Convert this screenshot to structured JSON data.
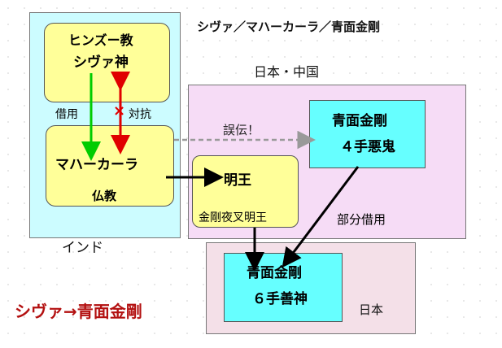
{
  "title": "シヴァ／マハーカーラ／青面金剛",
  "regions": {
    "india": "インド",
    "japan_china": "日本・中国",
    "japan": "日本"
  },
  "boxes": {
    "hindu": {
      "line1": "ヒンズー教",
      "line2": "シヴァ神"
    },
    "buddhism": {
      "line1": "マハーカーラ",
      "line2": "仏教"
    },
    "myoou": {
      "line1": "明王",
      "line2": "金剛夜叉明王"
    },
    "four_arm": {
      "line1": "青面金剛",
      "line2": "４手悪鬼"
    },
    "six_arm": {
      "line1": "青面金剛",
      "line2": "６手善神"
    }
  },
  "labels": {
    "borrow": "借用",
    "oppose": "対抗",
    "mistransmit": "誤伝！",
    "partial_borrow": "部分借用",
    "cross_mark": "×"
  },
  "footer": "シヴァ→青面金剛",
  "colors": {
    "india_bg": "#ccfcff",
    "japan_china_bg": "#f6dcf6",
    "japan_bg": "#f4e0e8",
    "yellow_box": "#ffff99",
    "cyan_box": "#66ffff",
    "footer": "#b31010"
  }
}
